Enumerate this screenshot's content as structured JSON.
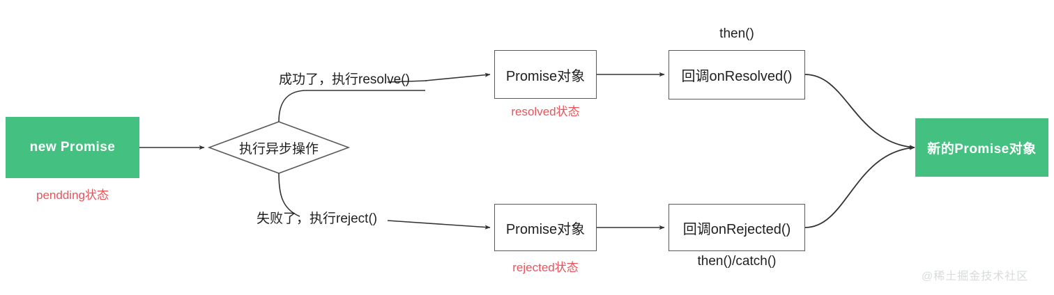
{
  "diagram": {
    "title_hidden": "",
    "colors": {
      "green": "#44c181",
      "red": "#e8545a",
      "stroke": "#595959",
      "text": "#1f1f1f",
      "watermark": "#d8dbdd",
      "background": "#ffffff"
    },
    "nodes": {
      "new_promise": "new Promise",
      "async_op": "执行异步操作",
      "promise_resolved": "Promise对象",
      "promise_rejected": "Promise对象",
      "callback_on_resolved": "回调onResolved()",
      "callback_on_rejected": "回调onRejected()",
      "new_promise_object": "新的Promise对象"
    },
    "state_labels": {
      "pendding": "pendding状态",
      "resolved": "resolved状态",
      "rejected": "rejected状态"
    },
    "edge_labels": {
      "success": "成功了，执行resolve()",
      "failure": "失败了，执行reject()",
      "then": "then()",
      "then_catch": "then()/catch()"
    },
    "watermark": "@稀土掘金技术社区"
  }
}
